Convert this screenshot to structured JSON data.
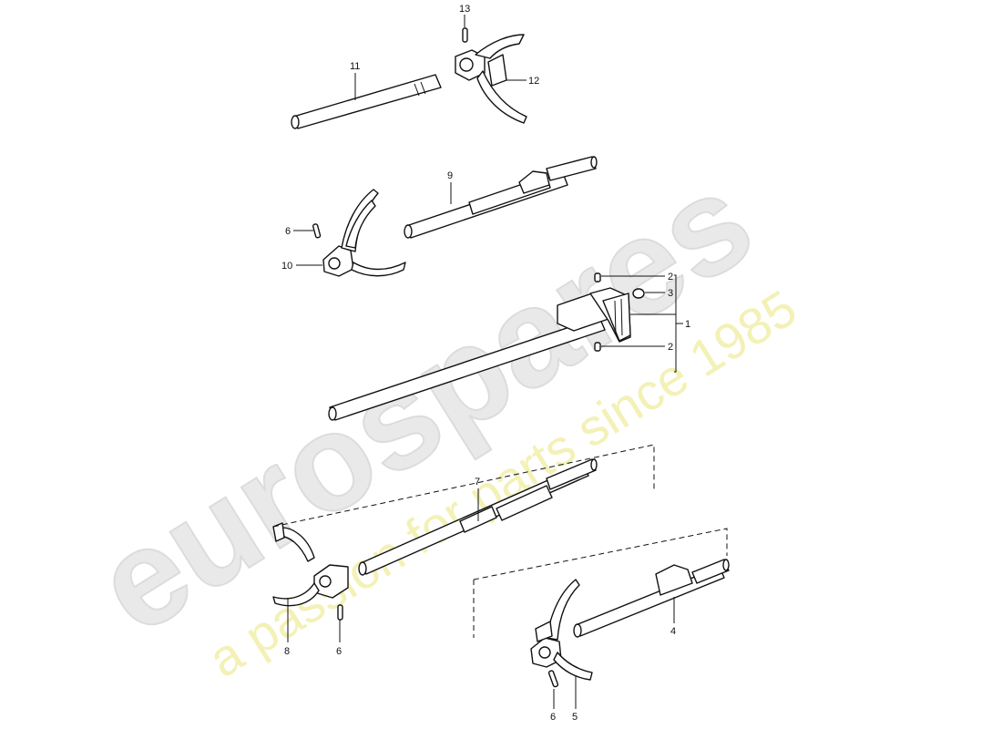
{
  "watermark": {
    "brand": "eurospares",
    "tagline": "a passion for parts since 1985"
  },
  "callouts": {
    "c1": "1",
    "c2a": "2",
    "c2b": "2",
    "c3": "3",
    "c4": "4",
    "c5": "5",
    "c6a": "6",
    "c6b": "6",
    "c6c": "6",
    "c7": "7",
    "c8": "8",
    "c9": "9",
    "c10": "10",
    "c11": "11",
    "c12": "12",
    "c13": "13"
  }
}
